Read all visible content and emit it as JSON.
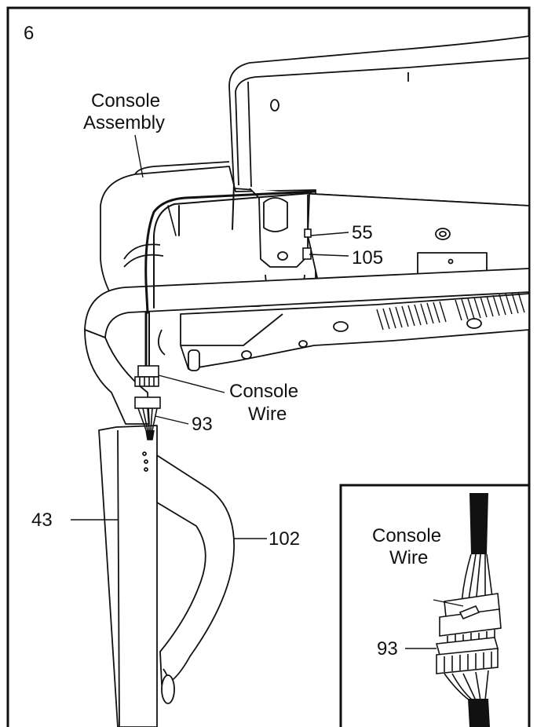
{
  "step_number": "6",
  "labels": {
    "console_assembly_line1": "Console",
    "console_assembly_line2": "Assembly",
    "part_55": "55",
    "part_105": "105",
    "console_wire_line1": "Console",
    "console_wire_line2": "Wire",
    "part_93": "93",
    "part_43": "43",
    "part_102": "102"
  },
  "inset": {
    "console_wire_line1": "Console",
    "console_wire_line2": "Wire",
    "part_93": "93"
  }
}
